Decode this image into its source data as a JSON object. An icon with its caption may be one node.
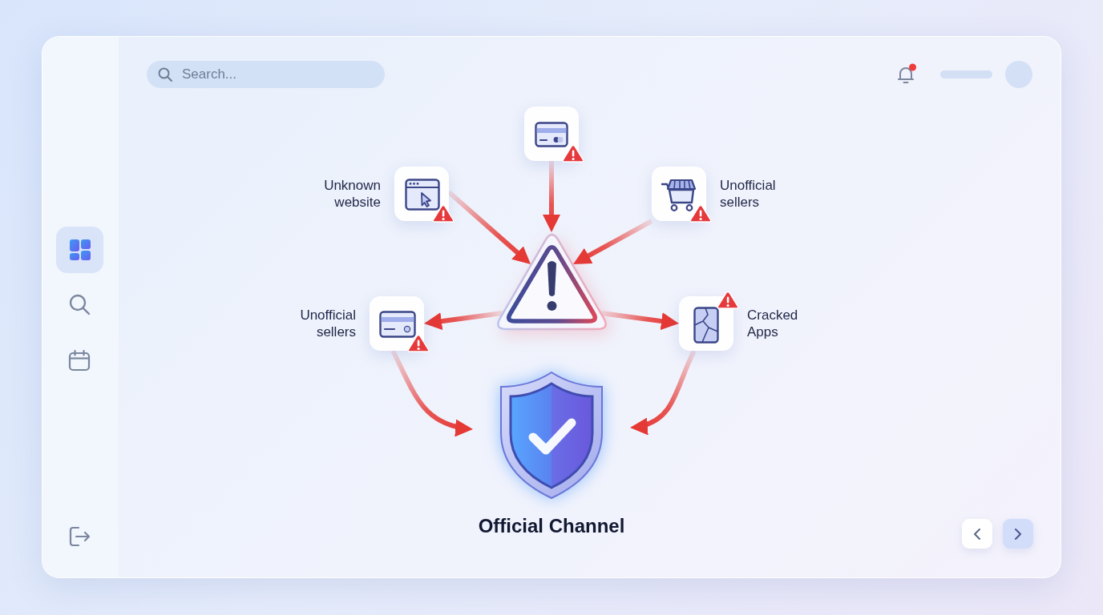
{
  "diagram": {
    "nodes": [
      {
        "text": [],
        "shape": "picture"
      },
      {
        "text": [
          "Unknown website"
        ]
      },
      {
        "text": [
          "Unofficial sellers"
        ]
      },
      {
        "text": [],
        "shape": "triangle"
      },
      {
        "text": [
          "Unofficial sellers"
        ]
      },
      {
        "text": [
          "Cracked Apps"
        ]
      },
      {
        "text": [
          "Official Channel"
        ]
      }
    ],
    "edges": [
      {
        "from": 0,
        "to": 3,
        "arrow": "to"
      },
      {
        "from": 1,
        "to": 3,
        "arrow": "to"
      },
      {
        "from": 2,
        "to": 3,
        "arrow": "to"
      },
      {
        "from": 3,
        "to": 4,
        "arrow": "to"
      },
      {
        "from": 3,
        "to": 5,
        "arrow": "to"
      },
      {
        "from": 4,
        "to": 6,
        "arrow": "to"
      },
      {
        "from": 5,
        "to": 6,
        "arrow": "to"
      }
    ],
    "labels": [
      "Search..."
    ]
  }
}
